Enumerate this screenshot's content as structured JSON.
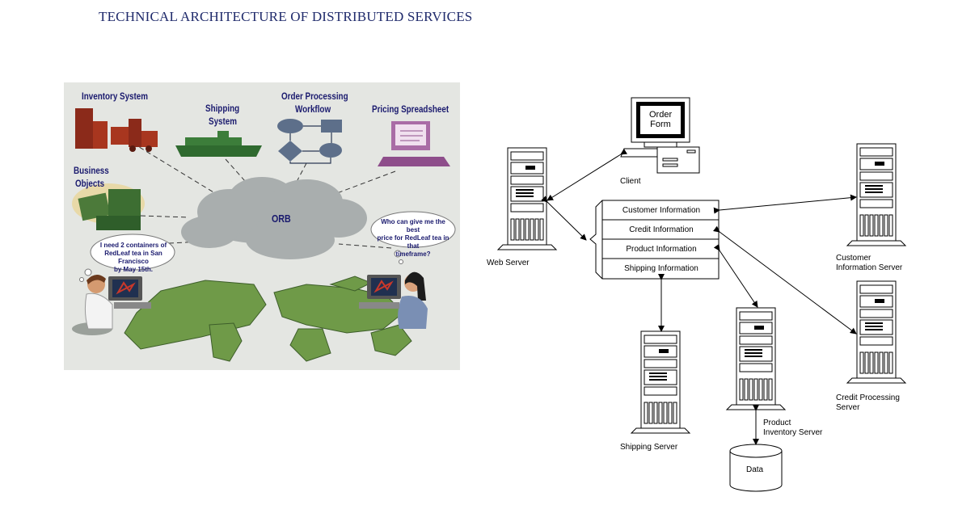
{
  "title": "TECHNICAL ARCHITECTURE OF DISTRIBUTED SERVICES",
  "left_panel": {
    "labels": {
      "inventory": "Inventory System",
      "shipping_1": "Shipping",
      "shipping_2": "System",
      "order_1": "Order Processing",
      "order_2": "Workflow",
      "pricing": "Pricing Spreadsheet",
      "business_1": "Business",
      "business_2": "Objects",
      "orb": "ORB"
    },
    "bubble_left": [
      "I need 2 containers of",
      "RedLeaf tea in San Francisco",
      "by May 15th."
    ],
    "bubble_right": [
      "Who can give me the best",
      "price for RedLeaf tea in that",
      "timeframe?"
    ]
  },
  "right_diagram": {
    "client_screen_1": "Order",
    "client_screen_2": "Form",
    "client": "Client",
    "web_server": "Web Server",
    "info_rows": [
      "Customer Information",
      "Credit Information",
      "Product Information",
      "Shipping Information"
    ],
    "customer_server_1": "Customer",
    "customer_server_2": "Information Server",
    "credit_server_1": "Credit Processing",
    "credit_server_2": "Server",
    "shipping_server": "Shipping Server",
    "product_server_1": "Product",
    "product_server_2": "Inventory Server",
    "data": "Data"
  }
}
